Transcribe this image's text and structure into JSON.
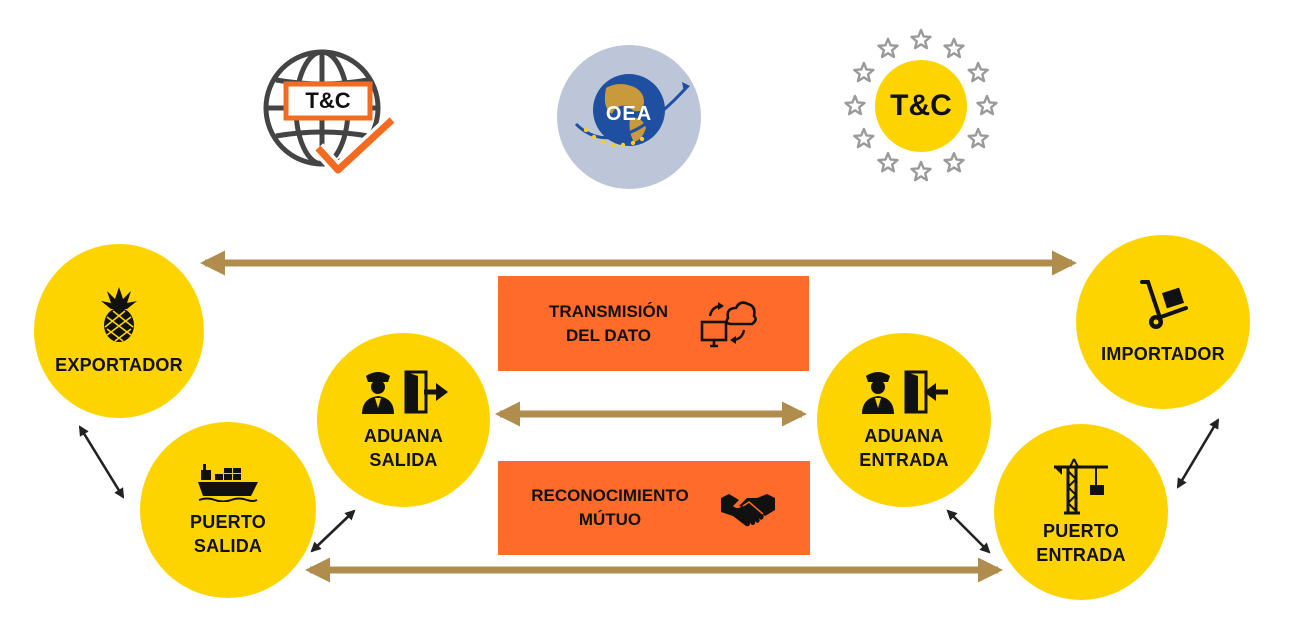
{
  "colors": {
    "node_fill": "#FDD400",
    "box_fill": "#FF6B2B",
    "arrow_gold": "#B08D4C",
    "arrow_dark": "#222222",
    "logo_orange": "#F26B21",
    "logo_gray": "#444444",
    "star_gray": "#9A9A9A",
    "oea_bg": "#BCC6D8",
    "oea_blue": "#1E4FA0"
  },
  "logos": {
    "tc_globe": {
      "text": "T&C",
      "icon": "globe-checkmark-icon"
    },
    "oea": {
      "text": "OEA",
      "icon": "globe-icon"
    },
    "tc_stars": {
      "text": "T&C",
      "icon": "star-ring-icon"
    }
  },
  "nodes": {
    "exportador": {
      "label": "EXPORTADOR",
      "icon": "pineapple-icon"
    },
    "puerto_salida": {
      "label": "PUERTO\nSALIDA",
      "icon": "cargo-ship-icon"
    },
    "aduana_salida": {
      "label": "ADUANA\nSALIDA",
      "icon": "customs-officer-exit-icon"
    },
    "aduana_entrada": {
      "label": "ADUANA\nENTRADA",
      "icon": "customs-officer-entry-icon"
    },
    "importador": {
      "label": "IMPORTADOR",
      "icon": "hand-truck-icon"
    },
    "puerto_entrada": {
      "label": "PUERTO\nENTRADA",
      "icon": "harbor-crane-icon"
    }
  },
  "boxes": {
    "transmision": {
      "label": "TRANSMISIÓN\nDEL DATO",
      "icon": "cloud-computer-sync-icon"
    },
    "reconocimiento": {
      "label": "RECONOCIMIENTO\nMÚTUO",
      "icon": "handshake-icon"
    }
  }
}
